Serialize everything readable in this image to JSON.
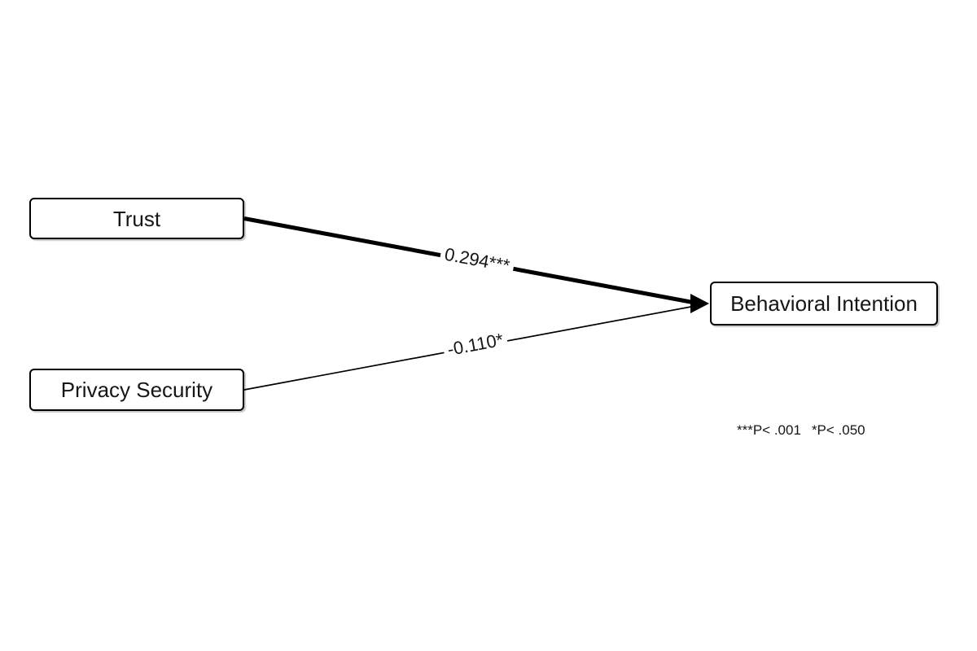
{
  "diagram": {
    "title": "path-model-trust-privacy-behavioral-intention",
    "nodes": [
      {
        "id": "trust",
        "label": "Trust"
      },
      {
        "id": "privacy_security",
        "label": "Privacy Security"
      },
      {
        "id": "behavioral_intention",
        "label": "Behavioral Intention"
      }
    ],
    "edges": [
      {
        "from": "Trust",
        "to": "Behavioral Intention",
        "label": "0.294***",
        "coefficient": 0.294,
        "significance": "p < .001",
        "line_style": "thick"
      },
      {
        "from": "Privacy Security",
        "to": "Behavioral Intention",
        "label": "-0.110*",
        "coefficient": -0.11,
        "significance": "p < .050",
        "line_style": "thin"
      }
    ],
    "note": {
      "p001": "***P< .001",
      "p050": "*P< .050"
    },
    "colors": {
      "background": "#ffffff",
      "line": "#000000",
      "box_border": "#000000",
      "box_fill": "#ffffff",
      "text": "#161616"
    }
  }
}
